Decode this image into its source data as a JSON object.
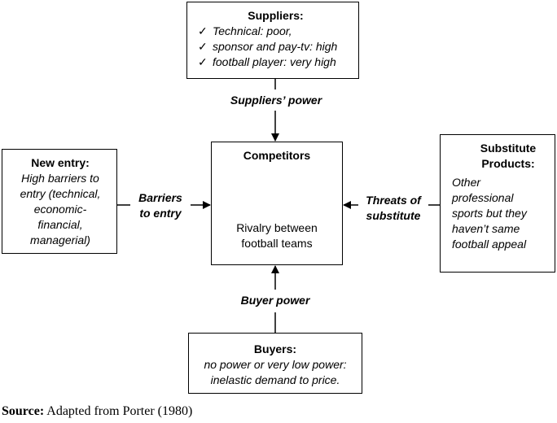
{
  "suppliers": {
    "title": "Suppliers:",
    "check_symbol": "✓",
    "items": [
      "Technical: poor,",
      "sponsor and pay-tv: high",
      "football player: very high"
    ]
  },
  "suppliers_power": "Suppliers’ power",
  "new_entry": {
    "title": "New entry:",
    "lines": [
      "High barriers to",
      "entry (technical,",
      "economic-",
      "financial,",
      "managerial)"
    ]
  },
  "barriers": {
    "line1": "Barriers",
    "line2": "to entry"
  },
  "competitors": {
    "title": "Competitors",
    "lines": [
      "Rivalry between",
      "football teams"
    ]
  },
  "threats": {
    "line1": "Threats of",
    "line2": "substitute"
  },
  "substitute": {
    "title_line1": "Substitute",
    "title_line2": "Products:",
    "lines": [
      "Other",
      "professional",
      "sports but they",
      "haven’t same",
      "football appeal"
    ]
  },
  "buyer_power": "Buyer power",
  "buyers": {
    "title": "Buyers:",
    "lines": [
      "no power or very low power:",
      "inelastic demand to price."
    ]
  },
  "source": {
    "label": "Source:",
    "text": " Adapted from Porter (1980)"
  }
}
